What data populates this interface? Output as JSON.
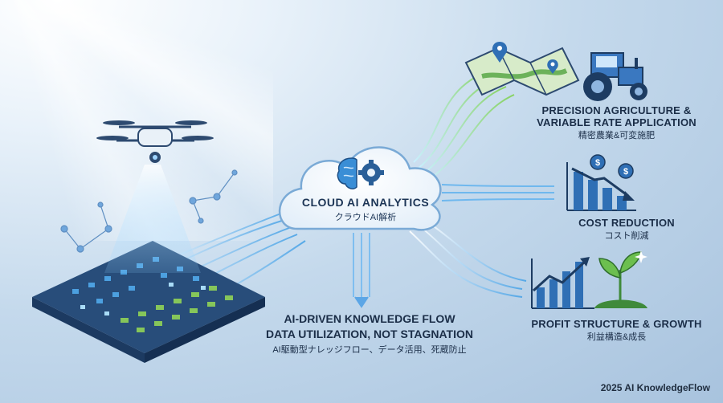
{
  "cloud": {
    "title": "CLOUD AI ANALYTICS",
    "subtitle": "クラウドAI解析"
  },
  "outcomes": [
    {
      "title_line1": "PRECISION AGRICULTURE &",
      "title_line2": "VARIABLE RATE APPLICATION",
      "jp": "精密農業&可変施肥"
    },
    {
      "title_line1": "COST REDUCTION",
      "title_line2": "",
      "jp": "コスト削減"
    },
    {
      "title_line1": "PROFIT STRUCTURE & GROWTH",
      "title_line2": "",
      "jp": "利益構造&成長"
    }
  ],
  "knowledge_flow": {
    "line1": "AI-DRIVEN KNOWLEDGE FLOW",
    "line2": "DATA UTILIZATION, NOT STAGNATION",
    "line3": "AI駆動型ナレッジフロー、データ活用、死蔵防止"
  },
  "credit": "2025 AI KnowledgeFlow",
  "colors": {
    "navy": "#1b3c6a",
    "flow_blue": "#5ab0ea",
    "flow_green": "#8fd66a",
    "field_green": "#5fa24a"
  }
}
